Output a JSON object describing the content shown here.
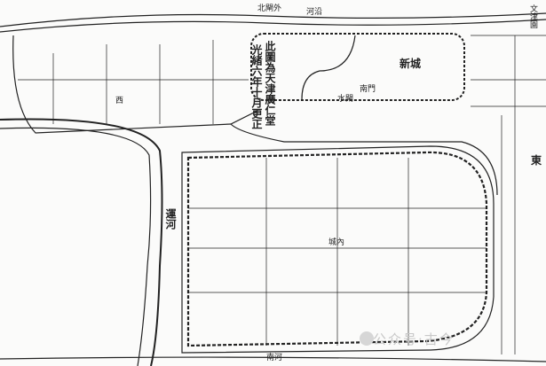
{
  "map": {
    "title_note": "此圖為天津廣仁堂",
    "date_note": "光緒六年十月更正",
    "labels": {
      "new_city": "新城",
      "east": "東",
      "canal": "運河",
      "north_gate_outer": "北閘外",
      "river_bank": "河沿",
      "wenjin_garden": "文津園",
      "south_gate": "南門",
      "water_gate": "水閘",
      "mid_city": "城內",
      "west": "西",
      "south_river": "南河"
    },
    "watermark": "公众号·古今"
  },
  "colors": {
    "ink": "#222222",
    "paper": "#fbfbfa",
    "watermark": "#c8c8c8"
  }
}
